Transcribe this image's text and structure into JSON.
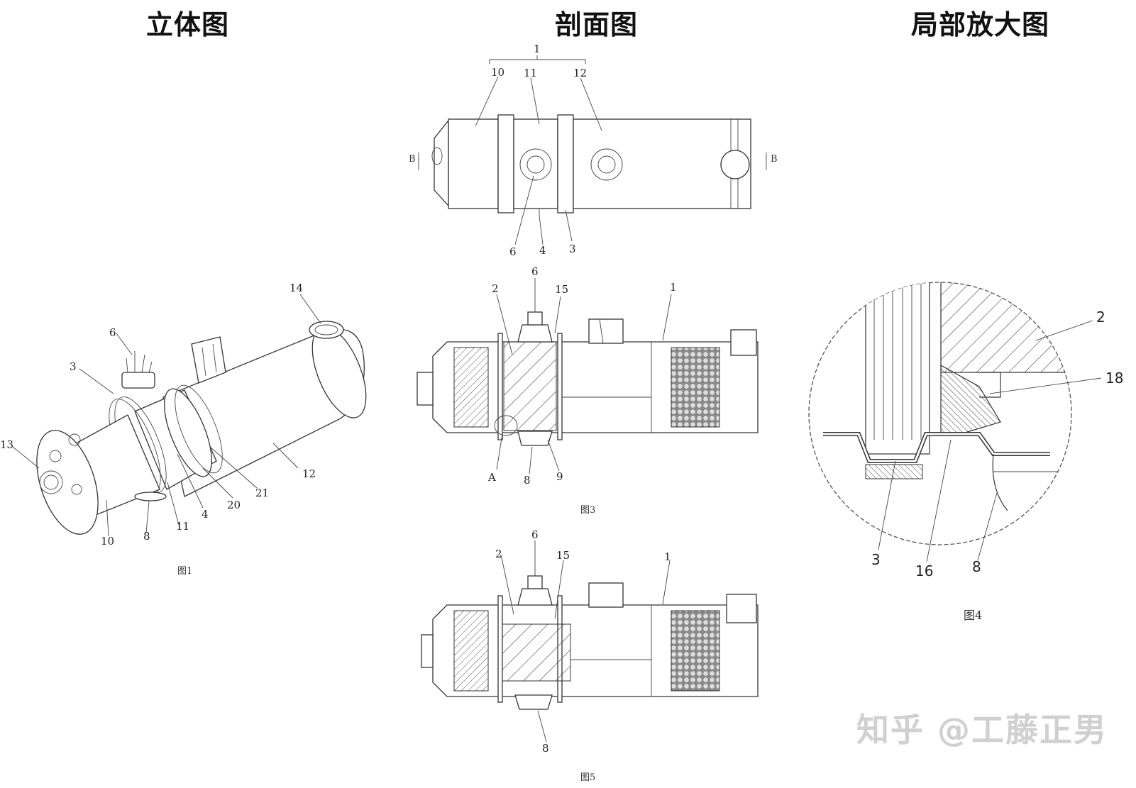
{
  "headers": {
    "isometric": "立体图",
    "section": "剖面图",
    "detail": "局部放大图"
  },
  "figures": {
    "fig1": {
      "caption": "图1",
      "labels": [
        "14",
        "6",
        "3",
        "13",
        "12",
        "21",
        "20",
        "4",
        "11",
        "8",
        "10"
      ]
    },
    "fig2": {
      "top_label": "1",
      "labels": [
        "10",
        "11",
        "12",
        "6",
        "4",
        "3"
      ],
      "section_mark": "B"
    },
    "fig3": {
      "caption": "图3",
      "labels": [
        "6",
        "2",
        "15",
        "1",
        "A",
        "8",
        "9"
      ]
    },
    "fig5": {
      "caption": "图5",
      "labels": [
        "6",
        "2",
        "15",
        "1",
        "8"
      ]
    },
    "fig4": {
      "caption": "图4",
      "labels": [
        "2",
        "18",
        "3",
        "16",
        "8"
      ]
    }
  },
  "watermark": "知乎 @工藤正男",
  "colors": {
    "line": "#333333",
    "hatch": "#555555",
    "watermark": "#aaaaaa"
  }
}
